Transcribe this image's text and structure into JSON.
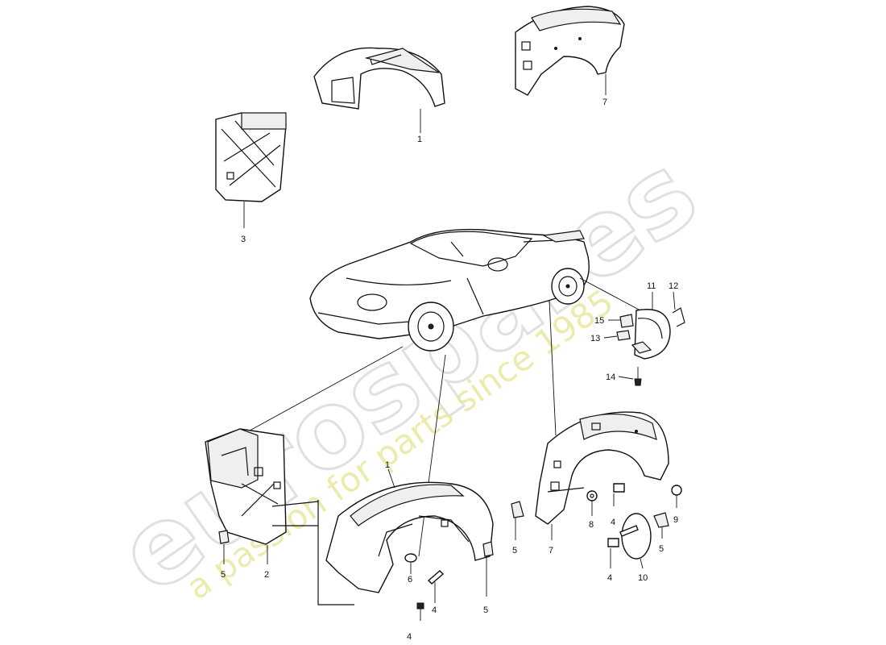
{
  "watermark": {
    "brand": "eurospares",
    "tagline": "a passion for parts since 1985"
  },
  "callouts": {
    "top_center_part": "1",
    "top_right_part": "7",
    "top_left_part": "3",
    "rear_group_11": "11",
    "rear_group_12": "12",
    "rear_group_15": "15",
    "rear_group_13": "13",
    "rear_group_14": "14",
    "front_left_5": "5",
    "front_left_2": "2",
    "front_center_1": "1",
    "front_center_6": "6",
    "front_center_4a": "4",
    "front_center_4b": "4",
    "front_center_5": "5",
    "rear_liner_5": "5",
    "rear_liner_7": "7",
    "rear_liner_8": "8",
    "rear_liner_4a": "4",
    "rear_liner_9": "9",
    "rear_liner_5b": "5",
    "rear_liner_4b": "4",
    "rear_liner_10": "10"
  },
  "colors": {
    "line": "#111111",
    "watermark_brand": "#d4d4d4",
    "watermark_tagline": "#e8e8a0"
  }
}
